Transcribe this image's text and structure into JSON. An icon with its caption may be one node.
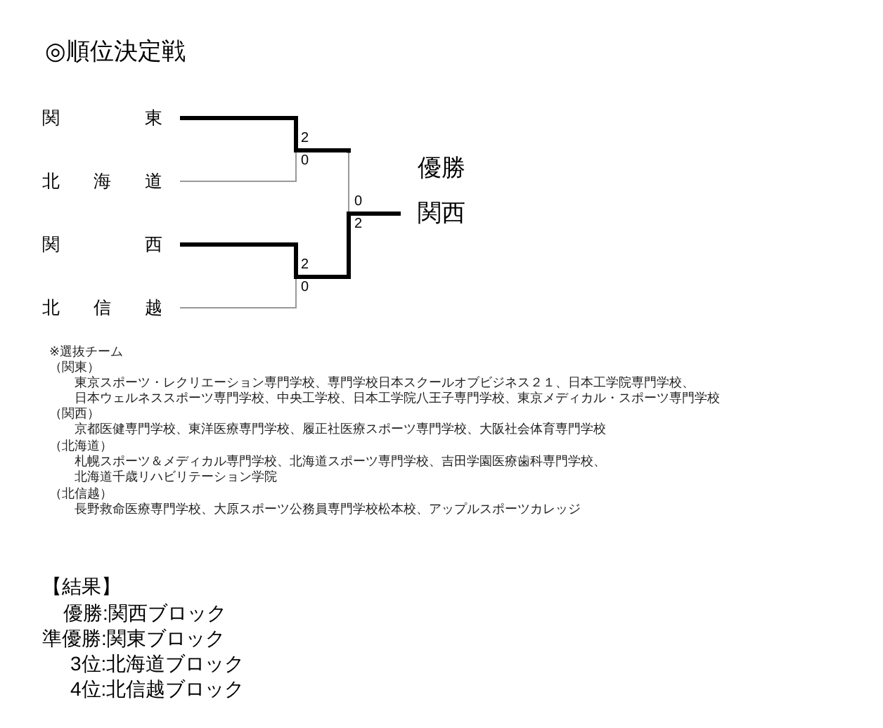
{
  "diagram": {
    "title": "◎順位決定戦",
    "nodes": [
      {
        "text": [
          "関東"
        ]
      },
      {
        "text": [
          "北海道"
        ]
      },
      {
        "text": [
          "関西"
        ]
      },
      {
        "text": [
          "北信越"
        ]
      },
      {
        "text": [
          "優勝",
          "関西"
        ]
      }
    ],
    "edges": [
      {
        "from": 0,
        "to": 4,
        "arrow": "none",
        "style": "thick"
      },
      {
        "from": 1,
        "to": 4,
        "arrow": "none",
        "color": "#999999"
      },
      {
        "from": 2,
        "to": 4,
        "arrow": "none",
        "style": "thick"
      },
      {
        "from": 3,
        "to": 4,
        "arrow": "none",
        "color": "#999999"
      }
    ],
    "labels": [
      "2",
      "0",
      "0",
      "2",
      "2",
      "0",
      "※選抜チーム",
      "（関東）",
      "東京スポーツ・レクリエーション専門学校、専門学校日本スクールオブビジネス２１、日本工学院専門学校、",
      "日本ウェルネススポーツ専門学校、中央工学校、日本工学院八王子専門学校、東京メディカル・スポーツ専門学校",
      "（関西）",
      "京都医健専門学校、東洋医療専門学校、履正社医療スポーツ専門学校、大阪社会体育専門学校",
      "（北海道）",
      "札幌スポーツ＆メディカル専門学校、北海道スポーツ専門学校、吉田学園医療歯科専門学校、",
      "北海道千歳リハビリテーション学院",
      "（北信越）",
      "長野救命医療専門学校、大原スポーツ公務員専門学校松本校、アップルスポーツカレッジ",
      "【結果】",
      "優勝:関西ブロック",
      "準優勝:関東ブロック",
      "3位:北海道ブロック",
      "4位:北信越ブロック"
    ]
  }
}
